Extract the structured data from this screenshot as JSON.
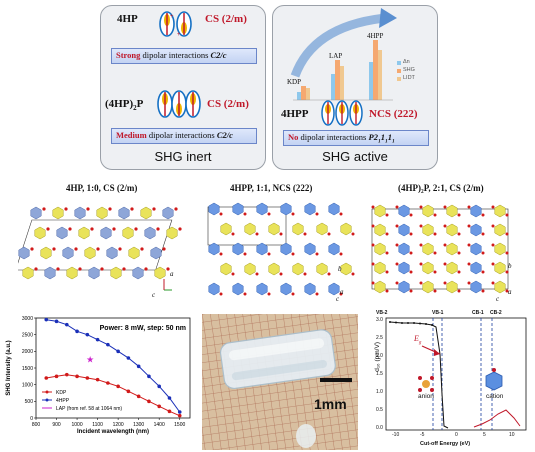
{
  "inert": {
    "row1_name": "4HP",
    "row1_group": "CS (2/m)",
    "bar1_strength": "Strong",
    "bar1_rest": "dipolar interactions",
    "bar1_sg": "C2/c",
    "row2_name_base": "(4HP)",
    "row2_name_sub": "2",
    "row2_name_end": "P",
    "row2_group": "CS (2/m)",
    "bar2_strength": "Medium",
    "bar2_rest": "dipolar interactions",
    "bar2_sg": "C2/c",
    "caption": "SHG inert"
  },
  "active": {
    "labels": {
      "kdp": "KDP",
      "lap": "LAP",
      "hpp": "4HPP"
    },
    "legend": [
      "Δn",
      "SHG",
      "LIDT"
    ],
    "row_name": "4HPP",
    "row_group": "NCS (222)",
    "bar_strength": "No",
    "bar_rest": "dipolar interactions",
    "bar_sg": "P2",
    "bar_sg_sub": "1",
    "caption": "SHG active"
  },
  "structures": [
    {
      "title": "4HP,  1:0,  CS (2/m)"
    },
    {
      "title": "4HPP,  1:1,  NCS (222)"
    },
    {
      "title": "(4HP)₂P,  2:1,  CS (2/m)"
    }
  ],
  "axis_letters": {
    "a": "a",
    "b": "b",
    "c": "c"
  },
  "chart_data": {
    "type": "line",
    "annotation": "Power: 8 mW, step: 50 nm",
    "xlabel": "Incident wavelength (nm)",
    "ylabel": "SHG Intensity (a.u.)",
    "xlim": [
      800,
      1550
    ],
    "ylim": [
      0,
      3000
    ],
    "xticks": [
      800,
      900,
      1000,
      1100,
      1200,
      1300,
      1400,
      1500
    ],
    "yticks": [
      0,
      500,
      1000,
      1500,
      2000,
      2500,
      3000
    ],
    "series": [
      {
        "name": "KDP",
        "color": "#d11a1a",
        "x": [
          850,
          900,
          950,
          1000,
          1050,
          1100,
          1150,
          1200,
          1250,
          1300,
          1350,
          1400,
          1450,
          1500
        ],
        "y": [
          1200,
          1250,
          1300,
          1250,
          1200,
          1150,
          1050,
          950,
          800,
          650,
          500,
          350,
          200,
          70
        ]
      },
      {
        "name": "4HPP",
        "color": "#1a2fb8",
        "x": [
          850,
          900,
          950,
          1000,
          1050,
          1100,
          1150,
          1200,
          1250,
          1300,
          1350,
          1400,
          1450,
          1500
        ],
        "y": [
          2950,
          2900,
          2800,
          2600,
          2500,
          2350,
          2200,
          2000,
          1800,
          1550,
          1250,
          950,
          600,
          180
        ]
      }
    ],
    "point": {
      "name": "LAP (from ref. 58 at 1064 nm)",
      "x": 1064,
      "y": 1750,
      "color": "#cc22cc"
    }
  },
  "photo": {
    "scale": "1mm"
  },
  "dos": {
    "xlabel": "Cut-off Energy (eV)",
    "ylabel": "d₁₆ (pm/V)",
    "bands": [
      "VB-2",
      "VB-1",
      "CB-1",
      "CB-2"
    ],
    "anion": "anion",
    "cation": "cation",
    "eg": "E",
    "eg_sub": "g",
    "xticks": [
      "-10",
      "-5",
      "0",
      "5",
      "10"
    ],
    "yticks": [
      "3.0",
      "2.5",
      "2.0",
      "1.5",
      "1.0",
      "0.5",
      "0.0"
    ]
  }
}
